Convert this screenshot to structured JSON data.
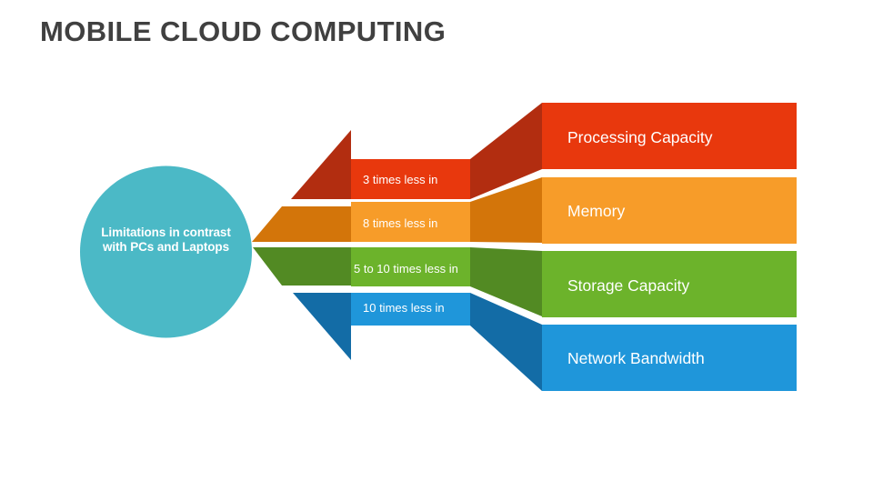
{
  "slide": {
    "title": "MOBILE CLOUD COMPUTING",
    "background_color": "#FFFFFF",
    "title_color": "#404040"
  },
  "hub": {
    "label_line1": "Limitations in contrast",
    "label_line2": "with PCs and Laptops",
    "color": "#4BB9C6",
    "text_color": "#FFFFFF"
  },
  "diagram": {
    "type": "funnel-arrow-process",
    "steps": [
      {
        "id": "processing-capacity",
        "measure": "3 times less in",
        "category": "Processing Capacity",
        "color": "#E8380D",
        "shade_color": "#B22D10"
      },
      {
        "id": "memory",
        "measure": "8 times less in",
        "category": "Memory",
        "color": "#F79C29",
        "shade_color": "#D3750A"
      },
      {
        "id": "storage-capacity",
        "measure": "5 to 10 times less in",
        "category": "Storage Capacity",
        "color": "#6CB32B",
        "shade_color": "#528A23"
      },
      {
        "id": "network-bandwidth",
        "measure": "10 times less in",
        "category": "Network Bandwidth",
        "color": "#1F96DA",
        "shade_color": "#136CA6"
      }
    ]
  }
}
